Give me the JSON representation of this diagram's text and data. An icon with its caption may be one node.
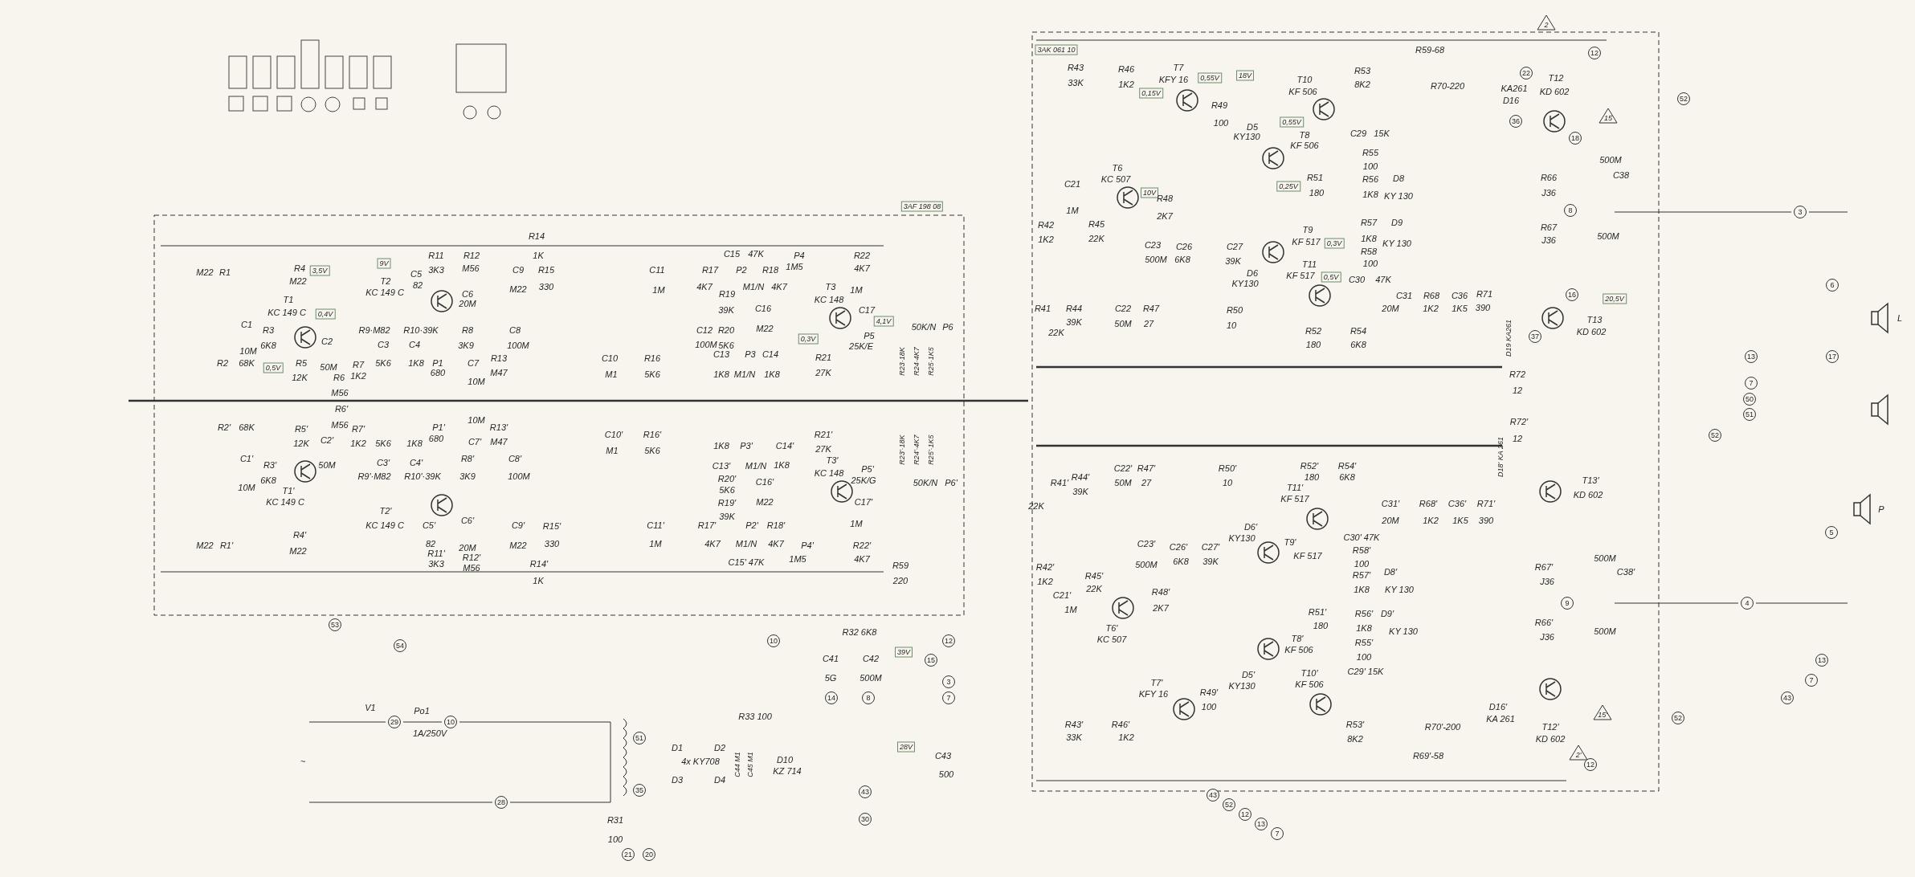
{
  "diagram": {
    "labels": [
      "M22",
      "R1",
      "R4",
      "M22",
      "T2",
      "KC 149 C",
      "C5",
      "82",
      "C6",
      "20M",
      "R11",
      "3K3",
      "R12",
      "M56",
      "R14",
      "1K",
      "C9",
      "M22",
      "R15",
      "330",
      "T1",
      "KC 149 C",
      "C1",
      "10M",
      "R3",
      "6K8",
      "R5",
      "12K",
      "R2",
      "68K",
      "C2",
      "50M",
      "R9·M82",
      "R10·39K",
      "C3",
      "C4",
      "R7",
      "5K6",
      "1K8",
      "R6",
      "1K2",
      "M56",
      "R8",
      "3K9",
      "P1",
      "680",
      "C7",
      "10M",
      "R13",
      "M47",
      "C8",
      "100M",
      "3,5V",
      "9V",
      "0,4V",
      "0,5V",
      "R6'",
      "R2'",
      "68K",
      "R5'",
      "M56",
      "R7'",
      "P1'",
      "10M",
      "R13'",
      "12K",
      "C2'",
      "1K2",
      "5K6",
      "1K8",
      "680",
      "C7'",
      "M47",
      "C1'",
      "R3'",
      "50M",
      "C3'",
      "C4'",
      "R8'",
      "C8'",
      "6K8",
      "R9'·M82",
      "R10'·39K",
      "3K9",
      "100M",
      "10M",
      "T1'",
      "KC 149 C",
      "T2'",
      "KC 149 C",
      "C5'",
      "C6'",
      "C9'",
      "R15'",
      "R4'",
      "M22",
      "R1'",
      "M22",
      "82",
      "20M",
      "M22",
      "330",
      "R11'",
      "3K3",
      "R12'",
      "M56",
      "R14'",
      "1K",
      "3AF 198 08",
      "C15",
      "47K",
      "P4",
      "R22",
      "C11",
      "R17",
      "P2",
      "R18",
      "1M5",
      "4K7",
      "1M",
      "4K7",
      "R19",
      "M1/N",
      "4K7",
      "T3",
      "1M",
      "39K",
      "C16",
      "KC 148",
      "C17",
      "4,1V",
      "C12",
      "R20",
      "M22",
      "0,3V",
      "P5",
      "50K/N",
      "P6",
      "100M",
      "5K6",
      "25K/E",
      "C10",
      "R16",
      "C13",
      "P3",
      "C14",
      "R21",
      "R23·18K",
      "R24·4K7",
      "R25·1K5",
      "M1",
      "5K6",
      "1K8",
      "M1/N",
      "1K8",
      "27K",
      "C10'",
      "R16'",
      "R21'",
      "M1",
      "5K6",
      "1K8",
      "P3'",
      "C14'",
      "27K",
      "R23'·18K",
      "R24'·4K7",
      "R25'·1K5",
      "C13'",
      "M1/N",
      "1K8",
      "T3'",
      "P5'",
      "R20'",
      "C16'",
      "KC 148",
      "25K/G",
      "50K/N",
      "P6'",
      "5K6",
      "R19'",
      "M22",
      "C17'",
      "39K",
      "C11'",
      "R17'",
      "P2'",
      "R18'",
      "1M",
      "1M",
      "4K7",
      "M1/N",
      "4K7",
      "P4'",
      "R22'",
      "C15' 47K",
      "1M5",
      "4K7",
      "R59",
      "220",
      "3AK 061 10",
      "R43",
      "33K",
      "R46",
      "1K2",
      "T7",
      "KFY 16",
      "0,15V",
      "0,55V",
      "18V",
      "T10",
      "KF 506",
      "R53",
      "8K2",
      "R59-68",
      "R70-220",
      "R49",
      "100",
      "D5",
      "KY130",
      "0,55V",
      "T8",
      "KF 506",
      "C29",
      "15K",
      "R55",
      "100",
      "R56",
      "1K8",
      "D8",
      "KY 130",
      "T6",
      "KC 507",
      "10V",
      "0,25V",
      "R51",
      "180",
      "C21",
      "1M",
      "R48",
      "2K7",
      "R42",
      "1K2",
      "R45",
      "22K",
      "C23",
      "500M",
      "C26",
      "6K8",
      "C27",
      "39K",
      "T9",
      "KF 517",
      "0,3V",
      "R57",
      "D9",
      "1K8",
      "KY 130",
      "D6",
      "KY130",
      "T11",
      "KF 517",
      "R58",
      "100",
      "0,5V",
      "C30",
      "47K",
      "C31",
      "R68",
      "C36",
      "R41",
      "R44",
      "C22",
      "R47",
      "R50",
      "20M",
      "1K2",
      "1K5",
      "22K",
      "39K",
      "50M",
      "27",
      "10",
      "R52",
      "R54",
      "180",
      "6K8",
      "2",
      "12",
      "22",
      "T12",
      "KA261",
      "KD 602",
      "D16",
      "52",
      "36",
      "15",
      "18",
      "500M",
      "R66",
      "C38",
      "J36",
      "8",
      "3",
      "R67",
      "J36",
      "500M",
      "6",
      "R71",
      "16",
      "20,5V",
      "390",
      "T13",
      "L",
      "D19 KA261",
      "37",
      "KD 602",
      "13",
      "17",
      "R72",
      "12",
      "7",
      "50",
      "51",
      "R72'",
      "12",
      "52",
      "D18' KA 261",
      "C22'",
      "R47'",
      "R50'",
      "R52'",
      "R54'",
      "R41'",
      "R44'",
      "50M",
      "27",
      "10",
      "180",
      "6K8",
      "T13'",
      "39K",
      "KF 517",
      "T11'",
      "KD 602",
      "22K",
      "C31'",
      "R68'",
      "C36'",
      "R71'",
      "P",
      "20M",
      "1K2",
      "1K5",
      "390",
      "D6'",
      "5",
      "C23'",
      "C26'",
      "C27'",
      "KY130",
      "T9'",
      "C30' 47K",
      "R58'",
      "R42'",
      "500M",
      "6K8",
      "39K",
      "KF 517",
      "100",
      "R67'",
      "500M",
      "R45'",
      "R57'",
      "D8'",
      "C38'",
      "1K2",
      "J36",
      "C21'",
      "22K",
      "R48'",
      "1K8",
      "KY 130",
      "9",
      "4",
      "1M",
      "2K7",
      "R51'",
      "R56'",
      "D9'",
      "KC 507",
      "T6'",
      "T8'",
      "180",
      "R55'",
      "1K8",
      "KY 130",
      "R66'",
      "J36",
      "500M",
      "KF 506",
      "100",
      "13",
      "D5'",
      "T10'",
      "C29' 15K",
      "T7'",
      "KY130",
      "KF 506",
      "7",
      "KFY 16",
      "R49'",
      "43",
      "100",
      "D16'",
      "15'",
      "KA 261",
      "52",
      "R43'",
      "R46'",
      "R53'",
      "R70'-200",
      "T12'",
      "33K",
      "1K2",
      "8K2",
      "KD 602",
      "R69'-58",
      "2'",
      "12",
      "43",
      "52",
      "12",
      "13",
      "7",
      "53",
      "R32 6K8",
      "10",
      "12",
      "54",
      "39V",
      "C41",
      "C42",
      "15",
      "5G",
      "500M",
      "3",
      "14",
      "8",
      "7",
      "V1",
      "Po1",
      "R33 100",
      "29",
      "10",
      "1A/250V",
      "51",
      "D1",
      "D2",
      "28V",
      "~",
      "4x KY708",
      "C44 M1",
      "C45 M1",
      "D10",
      "C43",
      "KZ 714",
      "500",
      "D3",
      "D4",
      "35",
      "43",
      "28",
      "R31",
      "30",
      "100",
      "21",
      "20"
    ]
  }
}
